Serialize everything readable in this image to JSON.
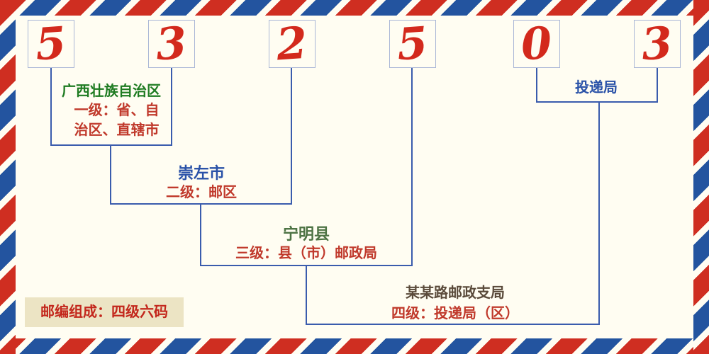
{
  "code": {
    "digits": [
      "5",
      "3",
      "2",
      "5",
      "0",
      "3"
    ]
  },
  "levels": {
    "level1": {
      "region": "广西壮族自治区",
      "desc_line1": "一级：省、自",
      "desc_line2": "治区、直辖市"
    },
    "level2": {
      "region": "崇左市",
      "desc": "二级：邮区"
    },
    "level3": {
      "region": "宁明县",
      "desc": "三级：县（市）邮政局"
    },
    "level4": {
      "region": "某某路邮政支局",
      "desc": "四级：投递局（区）"
    },
    "delivery": {
      "label": "投递局"
    }
  },
  "footer": {
    "composition": "邮编组成：四级六码"
  },
  "colors": {
    "digit_red": "#d3291c",
    "line_blue": "#3a5cad",
    "label_red": "#c0392b",
    "region_green": "#1e7b21",
    "city_blue": "#2a52a8",
    "county_green": "#4d7344",
    "branch_brown": "#5a4a3a",
    "stripe_red": "#cf2e21",
    "stripe_blue": "#23549f",
    "background": "#fffdf2",
    "footer_bg": "#ece4c4"
  }
}
